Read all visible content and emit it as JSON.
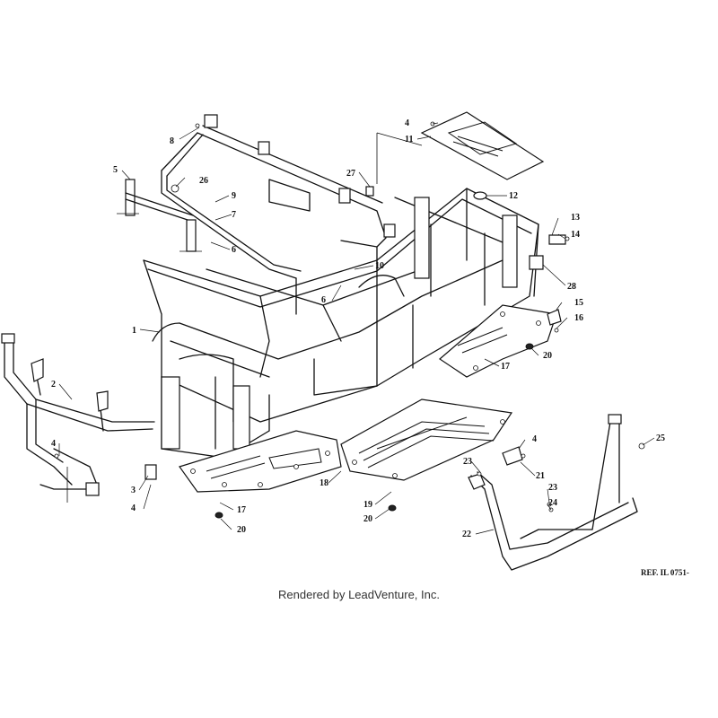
{
  "callouts": {
    "c1": "1",
    "c2": "2",
    "c3": "3",
    "c4a": "4",
    "c4b": "4",
    "c4c": "4",
    "c4d": "4",
    "c5": "5",
    "c6a": "6",
    "c6b": "6",
    "c7": "7",
    "c8": "8",
    "c9": "9",
    "c10": "10",
    "c11": "11",
    "c12": "12",
    "c13": "13",
    "c14": "14",
    "c15": "15",
    "c16": "16",
    "c17a": "17",
    "c17b": "17",
    "c18": "18",
    "c19": "19",
    "c20a": "20",
    "c20b": "20",
    "c20c": "20",
    "c21": "21",
    "c22": "22",
    "c23a": "23",
    "c23b": "23",
    "c24": "24",
    "c25": "25",
    "c26": "26",
    "c27": "27",
    "c28": "28"
  },
  "ref_label": "REF. IL 0751-",
  "footer": "Rendered by LeadVenture, Inc.",
  "colors": {
    "line": "#111111",
    "background": "#ffffff"
  }
}
